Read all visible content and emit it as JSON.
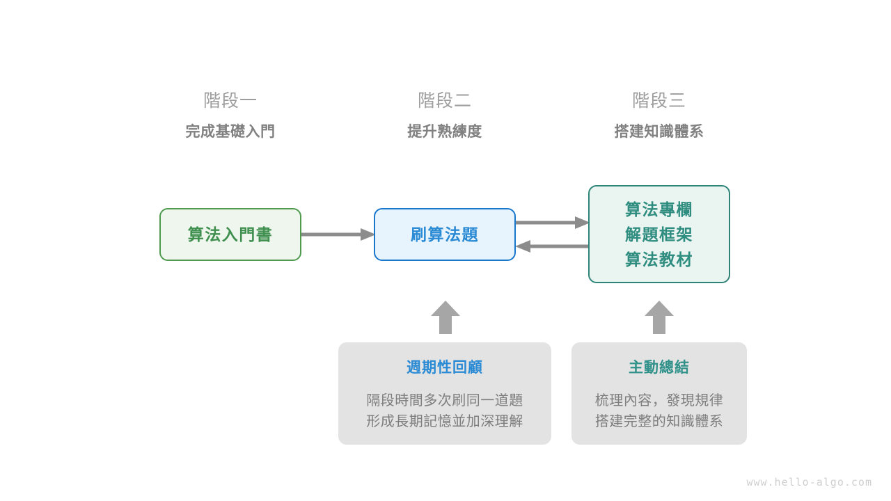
{
  "diagram": {
    "title_watermark": "www.hello-algo.com",
    "accent_colors": {
      "green": "#4f9a4f",
      "green_text": "#3f8f4f",
      "green_fill": "#eef6ee",
      "blue": "#1877cc",
      "blue_text": "#2a8ad4",
      "blue_fill": "#e8f4fd",
      "teal": "#2f8478",
      "teal_text": "#2f8d80",
      "teal_fill": "#eaf4f1",
      "gray_card_fill": "#e3e3e3",
      "gray_text": "#7d7d7d",
      "arrow_gray": "#8c8c8c",
      "block_arrow_gray": "#a6a6a6"
    },
    "stages": [
      {
        "name": "階段一",
        "goal": "完成基礎入門"
      },
      {
        "name": "階段二",
        "goal": "提升熟練度"
      },
      {
        "name": "階段三",
        "goal": "搭建知識體系"
      }
    ],
    "nodes": {
      "book": {
        "label": "算法入門書"
      },
      "practice": {
        "label": "刷算法題"
      },
      "resources": {
        "line1": "算法專欄",
        "line2": "解題框架",
        "line3": "算法教材"
      }
    },
    "cards": [
      {
        "title": "週期性回顧",
        "line1": "隔段時間多次刷同一道題",
        "line2": "形成長期記憶並加深理解"
      },
      {
        "title": "主動總結",
        "line1": "梳理內容，發現規律",
        "line2": "搭建完整的知識體系"
      }
    ],
    "arrows": {
      "book_to_practice": "算法入門書 → 刷算法題",
      "practice_to_resources": "刷算法題 → 算法專欄/解題框架/算法教材",
      "resources_to_practice": "算法專欄/解題框架/算法教材 → 刷算法題",
      "review_to_practice": "週期性回顧 ↑ 刷算法題",
      "summary_to_resources": "主動總結 ↑ 算法專欄/解題框架/算法教材"
    }
  }
}
